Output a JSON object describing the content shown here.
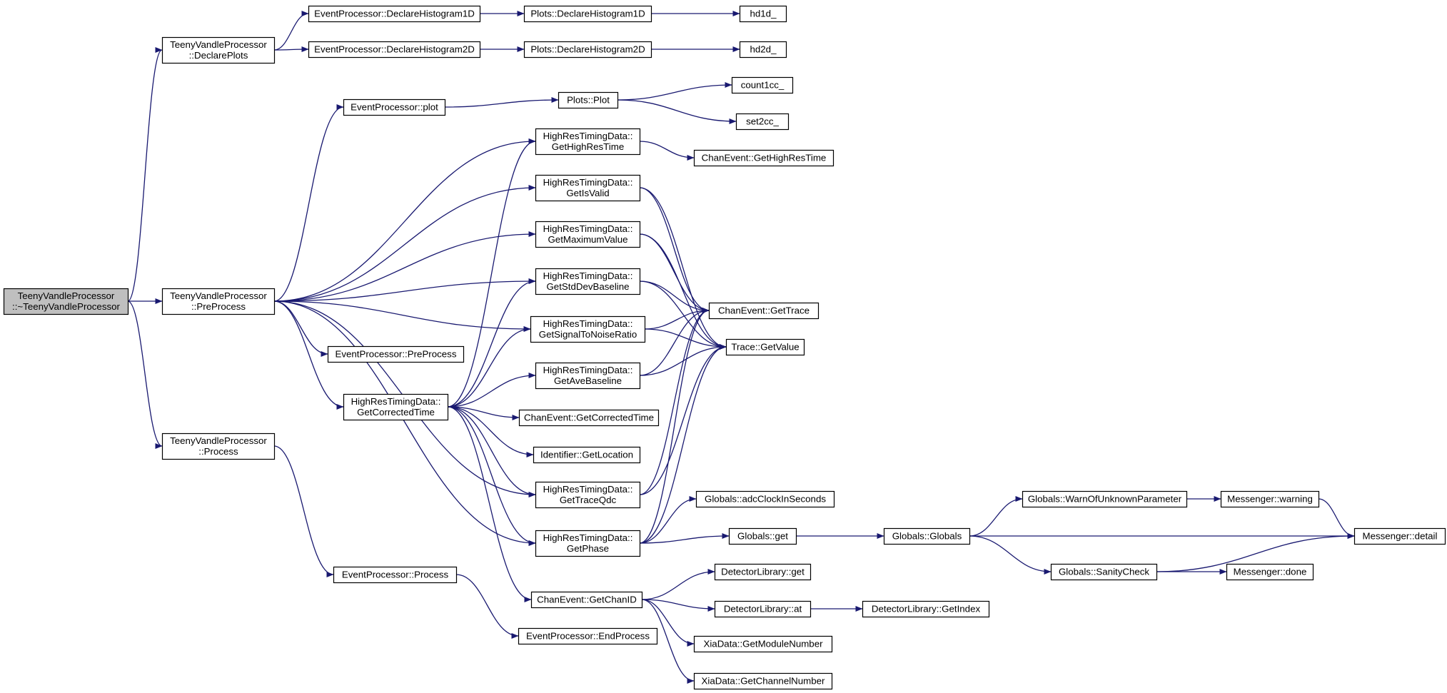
{
  "diagram": {
    "colors": {
      "edge": "#191970",
      "node_fill": "#ffffff",
      "root_fill": "#bfbfbf",
      "node_border": "#000000"
    },
    "nodes": [
      {
        "id": "root",
        "lines": [
          "TeenyVandleProcessor",
          "::~TeenyVandleProcessor"
        ],
        "highlight": true
      },
      {
        "id": "declarePlots",
        "lines": [
          "TeenyVandleProcessor",
          "::DeclarePlots"
        ]
      },
      {
        "id": "preProcessTV",
        "lines": [
          "TeenyVandleProcessor",
          "::PreProcess"
        ]
      },
      {
        "id": "processTV",
        "lines": [
          "TeenyVandleProcessor",
          "::Process"
        ]
      },
      {
        "id": "epDeclH1",
        "lines": [
          "EventProcessor::DeclareHistogram1D"
        ]
      },
      {
        "id": "epDeclH2",
        "lines": [
          "EventProcessor::DeclareHistogram2D"
        ]
      },
      {
        "id": "plotsDeclH1",
        "lines": [
          "Plots::DeclareHistogram1D"
        ]
      },
      {
        "id": "plotsDeclH2",
        "lines": [
          "Plots::DeclareHistogram2D"
        ]
      },
      {
        "id": "hd1d",
        "lines": [
          "hd1d_"
        ]
      },
      {
        "id": "hd2d",
        "lines": [
          "hd2d_"
        ]
      },
      {
        "id": "epPlot",
        "lines": [
          "EventProcessor::plot"
        ]
      },
      {
        "id": "plotsPlot",
        "lines": [
          "Plots::Plot"
        ]
      },
      {
        "id": "count1cc",
        "lines": [
          "count1cc_"
        ]
      },
      {
        "id": "set2cc",
        "lines": [
          "set2cc_"
        ]
      },
      {
        "id": "getHighResTime",
        "lines": [
          "HighResTimingData::",
          "GetHighResTime"
        ]
      },
      {
        "id": "ceGetHighResTime",
        "lines": [
          "ChanEvent::GetHighResTime"
        ]
      },
      {
        "id": "getIsValid",
        "lines": [
          "HighResTimingData::",
          "GetIsValid"
        ]
      },
      {
        "id": "getMaximumValue",
        "lines": [
          "HighResTimingData::",
          "GetMaximumValue"
        ]
      },
      {
        "id": "getStdDevBaseline",
        "lines": [
          "HighResTimingData::",
          "GetStdDevBaseline"
        ]
      },
      {
        "id": "getSNR",
        "lines": [
          "HighResTimingData::",
          "GetSignalToNoiseRatio"
        ]
      },
      {
        "id": "getAveBaseline",
        "lines": [
          "HighResTimingData::",
          "GetAveBaseline"
        ]
      },
      {
        "id": "ceGetTrace",
        "lines": [
          "ChanEvent::GetTrace"
        ]
      },
      {
        "id": "traceGetValue",
        "lines": [
          "Trace::GetValue"
        ]
      },
      {
        "id": "epPreProcess",
        "lines": [
          "EventProcessor::PreProcess"
        ]
      },
      {
        "id": "getCorrectedTime",
        "lines": [
          "HighResTimingData::",
          "GetCorrectedTime"
        ]
      },
      {
        "id": "ceGetCorrectedTime",
        "lines": [
          "ChanEvent::GetCorrectedTime"
        ]
      },
      {
        "id": "idGetLocation",
        "lines": [
          "Identifier::GetLocation"
        ]
      },
      {
        "id": "getTraceQdc",
        "lines": [
          "HighResTimingData::",
          "GetTraceQdc"
        ]
      },
      {
        "id": "getPhase",
        "lines": [
          "HighResTimingData::",
          "GetPhase"
        ]
      },
      {
        "id": "adcClock",
        "lines": [
          "Globals::adcClockInSeconds"
        ]
      },
      {
        "id": "globalsGet",
        "lines": [
          "Globals::get"
        ]
      },
      {
        "id": "globalsGlobals",
        "lines": [
          "Globals::Globals"
        ]
      },
      {
        "id": "warnUnknown",
        "lines": [
          "Globals::WarnOfUnknownParameter"
        ]
      },
      {
        "id": "msgWarning",
        "lines": [
          "Messenger::warning"
        ]
      },
      {
        "id": "msgDetail",
        "lines": [
          "Messenger::detail"
        ]
      },
      {
        "id": "sanityCheck",
        "lines": [
          "Globals::SanityCheck"
        ]
      },
      {
        "id": "msgDone",
        "lines": [
          "Messenger::done"
        ]
      },
      {
        "id": "epProcess",
        "lines": [
          "EventProcessor::Process"
        ]
      },
      {
        "id": "epEndProcess",
        "lines": [
          "EventProcessor::EndProcess"
        ]
      },
      {
        "id": "ceGetChanID",
        "lines": [
          "ChanEvent::GetChanID"
        ]
      },
      {
        "id": "dlGet",
        "lines": [
          "DetectorLibrary::get"
        ]
      },
      {
        "id": "dlAt",
        "lines": [
          "DetectorLibrary::at"
        ]
      },
      {
        "id": "dlGetIndex",
        "lines": [
          "DetectorLibrary::GetIndex"
        ]
      },
      {
        "id": "xiaModule",
        "lines": [
          "XiaData::GetModuleNumber"
        ]
      },
      {
        "id": "xiaChannel",
        "lines": [
          "XiaData::GetChannelNumber"
        ]
      }
    ],
    "edges": [
      [
        "root",
        "declarePlots"
      ],
      [
        "root",
        "preProcessTV"
      ],
      [
        "root",
        "processTV"
      ],
      [
        "declarePlots",
        "epDeclH1"
      ],
      [
        "declarePlots",
        "epDeclH2"
      ],
      [
        "epDeclH1",
        "plotsDeclH1"
      ],
      [
        "epDeclH2",
        "plotsDeclH2"
      ],
      [
        "plotsDeclH1",
        "hd1d"
      ],
      [
        "plotsDeclH2",
        "hd2d"
      ],
      [
        "preProcessTV",
        "epPlot"
      ],
      [
        "epPlot",
        "plotsPlot"
      ],
      [
        "plotsPlot",
        "count1cc"
      ],
      [
        "plotsPlot",
        "set2cc"
      ],
      [
        "preProcessTV",
        "getHighResTime"
      ],
      [
        "preProcessTV",
        "getIsValid"
      ],
      [
        "preProcessTV",
        "getMaximumValue"
      ],
      [
        "preProcessTV",
        "getStdDevBaseline"
      ],
      [
        "preProcessTV",
        "getSNR"
      ],
      [
        "preProcessTV",
        "epPreProcess"
      ],
      [
        "preProcessTV",
        "getCorrectedTime"
      ],
      [
        "preProcessTV",
        "getTraceQdc"
      ],
      [
        "preProcessTV",
        "getPhase"
      ],
      [
        "getHighResTime",
        "ceGetHighResTime"
      ],
      [
        "getIsValid",
        "ceGetTrace"
      ],
      [
        "getIsValid",
        "traceGetValue"
      ],
      [
        "getMaximumValue",
        "ceGetTrace"
      ],
      [
        "getMaximumValue",
        "traceGetValue"
      ],
      [
        "getStdDevBaseline",
        "ceGetTrace"
      ],
      [
        "getStdDevBaseline",
        "traceGetValue"
      ],
      [
        "getSNR",
        "ceGetTrace"
      ],
      [
        "getSNR",
        "traceGetValue"
      ],
      [
        "getAveBaseline",
        "ceGetTrace"
      ],
      [
        "getAveBaseline",
        "traceGetValue"
      ],
      [
        "getCorrectedTime",
        "getHighResTime"
      ],
      [
        "getCorrectedTime",
        "getStdDevBaseline"
      ],
      [
        "getCorrectedTime",
        "getSNR"
      ],
      [
        "getCorrectedTime",
        "getAveBaseline"
      ],
      [
        "getCorrectedTime",
        "ceGetCorrectedTime"
      ],
      [
        "getCorrectedTime",
        "idGetLocation"
      ],
      [
        "getCorrectedTime",
        "getTraceQdc"
      ],
      [
        "getCorrectedTime",
        "getPhase"
      ],
      [
        "getCorrectedTime",
        "ceGetChanID"
      ],
      [
        "getTraceQdc",
        "ceGetTrace"
      ],
      [
        "getTraceQdc",
        "traceGetValue"
      ],
      [
        "getPhase",
        "ceGetTrace"
      ],
      [
        "getPhase",
        "traceGetValue"
      ],
      [
        "getPhase",
        "adcClock"
      ],
      [
        "getPhase",
        "globalsGet"
      ],
      [
        "globalsGet",
        "globalsGlobals"
      ],
      [
        "globalsGlobals",
        "warnUnknown"
      ],
      [
        "globalsGlobals",
        "msgDetail"
      ],
      [
        "globalsGlobals",
        "sanityCheck"
      ],
      [
        "warnUnknown",
        "msgWarning"
      ],
      [
        "msgWarning",
        "msgDetail"
      ],
      [
        "sanityCheck",
        "msgDone"
      ],
      [
        "sanityCheck",
        "msgDetail"
      ],
      [
        "processTV",
        "epProcess"
      ],
      [
        "epProcess",
        "epEndProcess"
      ],
      [
        "ceGetChanID",
        "dlGet"
      ],
      [
        "ceGetChanID",
        "dlAt"
      ],
      [
        "ceGetChanID",
        "xiaModule"
      ],
      [
        "ceGetChanID",
        "xiaChannel"
      ],
      [
        "dlAt",
        "dlGetIndex"
      ]
    ]
  }
}
